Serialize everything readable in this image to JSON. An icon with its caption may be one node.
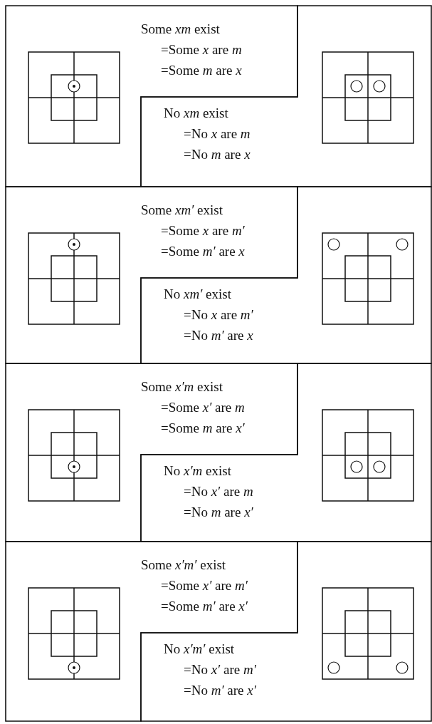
{
  "diagram": {
    "nodes": [
      {
        "text": [
          "Some *xm* exist",
          "=Some *x* are *m*",
          "=Some *m* are *x*"
        ]
      },
      {
        "text": [
          "No *xm* exist",
          "=No *x* are *m*",
          "=No *m* are *x*"
        ]
      },
      {
        "text": [
          "Some *xm′* exist",
          "=Some *x* are *m′*",
          "=Some *m′* are *x*"
        ]
      },
      {
        "text": [
          "No *xm′* exist",
          "=No *x* are *m′*",
          "=No *m′* are *x*"
        ]
      },
      {
        "text": [
          "Some *x′m* exist",
          "=Some *x′* are *m*",
          "=Some *m* are *x′*"
        ]
      },
      {
        "text": [
          "No *x′m* exist",
          "=No *x′* are *m*",
          "=No *m* are *x′*"
        ]
      },
      {
        "text": [
          "Some *x′m′* exist",
          "=Some *x′* are *m′*",
          "=Some *m′* are *x′*"
        ]
      },
      {
        "text": [
          "No *x′m′* exist",
          "=No *x′* are *m′*",
          "=No *m′* are *x′*"
        ]
      }
    ]
  }
}
